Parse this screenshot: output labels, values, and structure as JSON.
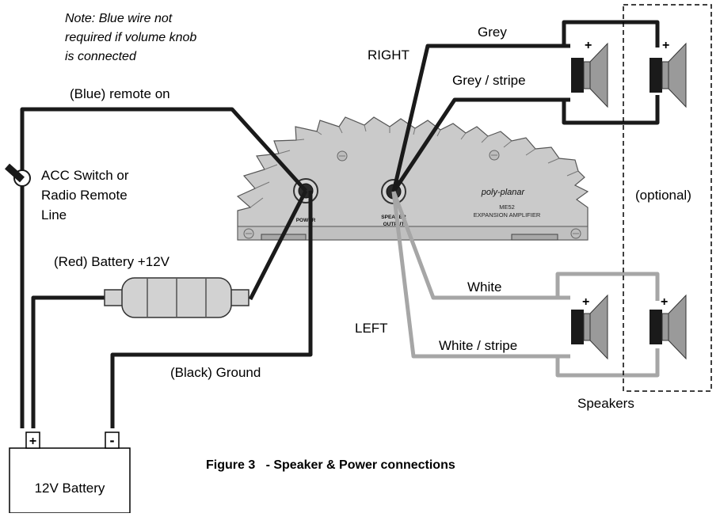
{
  "note": {
    "line1": "Note: Blue wire not",
    "line2": "required if volume knob",
    "line3": "is connected"
  },
  "labels": {
    "blue_wire": "(Blue)  remote on",
    "acc_line1": "ACC Switch or",
    "acc_line2": "Radio Remote",
    "acc_line3": "Line",
    "red_wire": "(Red)  Battery +12V",
    "black_wire": "(Black)  Ground",
    "right": "RIGHT",
    "left": "LEFT",
    "grey": "Grey",
    "grey_stripe": "Grey / stripe",
    "white": "White",
    "white_stripe": "White / stripe",
    "optional": "(optional)",
    "speakers": "Speakers",
    "battery": "12V Battery",
    "plus": "+",
    "minus": "-"
  },
  "amplifier": {
    "brand": "poly-planar",
    "model": "ME52",
    "type": "EXPANSION AMPLIFIER",
    "power_label": "POWER",
    "output_label1": "SPEAKER",
    "output_label2": "OUTPUT"
  },
  "caption": "Figure 3   - Speaker & Power connections",
  "colors": {
    "wire_dark": "#1a1a1a",
    "wire_grey": "#a6a6a6",
    "amp_body": "#c8c8c8",
    "speaker_grey": "#9a9a9a"
  }
}
